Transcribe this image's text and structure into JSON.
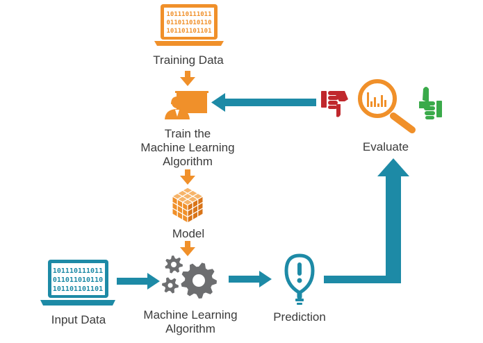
{
  "nodes": {
    "training_data": {
      "label": "Training Data",
      "binary_lines": [
        "101110111011",
        "011011010110",
        "101101101101"
      ]
    },
    "train_algorithm": {
      "label_lines": [
        "Train the",
        "Machine Learning",
        "Algorithm"
      ]
    },
    "model": {
      "label": "Model"
    },
    "input_data": {
      "label": "Input Data",
      "binary_lines": [
        "101110111011",
        "011011010110",
        "101101101101"
      ]
    },
    "ml_algorithm": {
      "label_lines": [
        "Machine Learning",
        "Algorithm"
      ]
    },
    "prediction": {
      "label": "Prediction"
    },
    "evaluate": {
      "label": "Evaluate"
    }
  },
  "colors": {
    "orange": "#f0902a",
    "teal": "#1d8aa6",
    "gray": "#6d6e70",
    "red": "#c0282d",
    "green": "#3aaa4a",
    "text": "#3a3a3a"
  }
}
